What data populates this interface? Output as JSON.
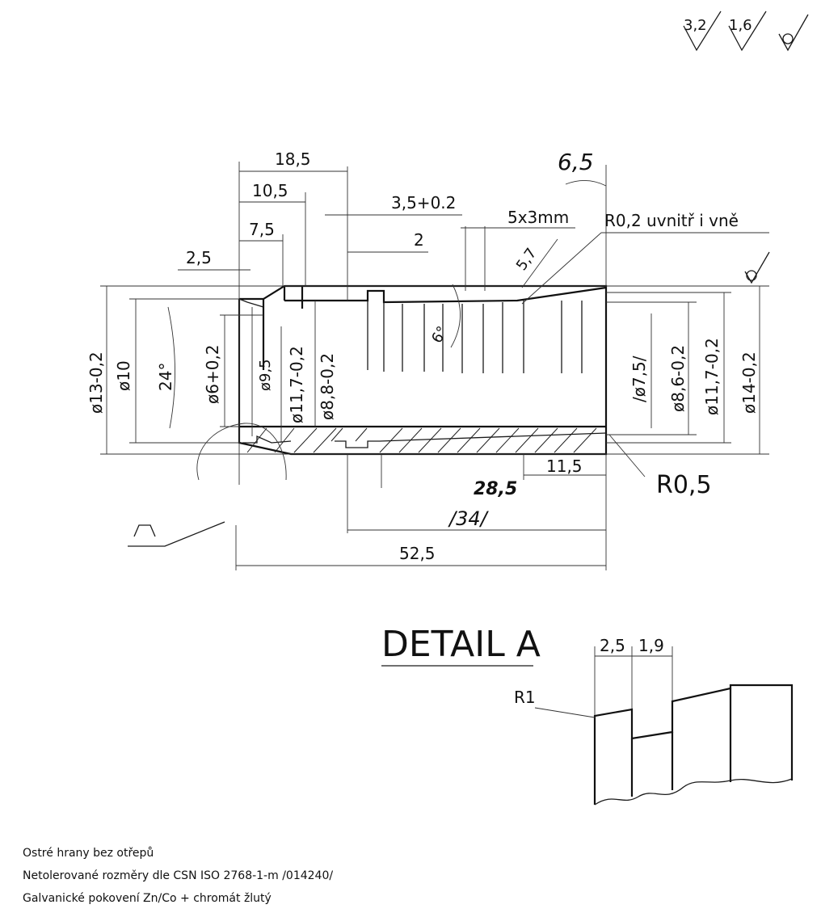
{
  "surface_finish": {
    "roughness_1": "3,2",
    "roughness_2": "1,6"
  },
  "dimensions": {
    "d_18_5": "18,5",
    "d_10_5": "10,5",
    "d_7_5": "7,5",
    "d_2_5": "2,5",
    "d_3_5": "3,5+0.2",
    "d_2": "2",
    "d_5x3": "5x3mm",
    "d_6_5": "6,5",
    "d_r02": "R0,2  uvnitř i vně",
    "d_5_7": "5,7",
    "d_6deg": "6°",
    "d_24deg": "24°",
    "d_13": "ø13-0,2",
    "d_10": "ø10",
    "d_6": "ø6+0,2",
    "d_9_5": "ø9,5",
    "d_11_7a": "ø11,7-0,2",
    "d_8_8": "ø8,8-0,2",
    "d_7_5dia": "/ø7,5/",
    "d_8_6": "ø8,6-0,2",
    "d_11_7b": "ø11,7-0,2",
    "d_14": "ø14-0,2",
    "d_11_5": "11,5",
    "d_r05": "R0,5",
    "d_28_5": "28,5",
    "d_34": "/34/",
    "d_52_5": "52,5"
  },
  "detail": {
    "title": "DETAIL  A",
    "d_2_5": "2,5",
    "d_1_9": "1,9",
    "r1": "R1"
  },
  "notes": [
    "Ostré hrany bez otřepů",
    "Netolerované rozměry dle CSN ISO 2768-1-m /014240/",
    "Galvanické pokovení Zn/Co + chromát žlutý"
  ]
}
